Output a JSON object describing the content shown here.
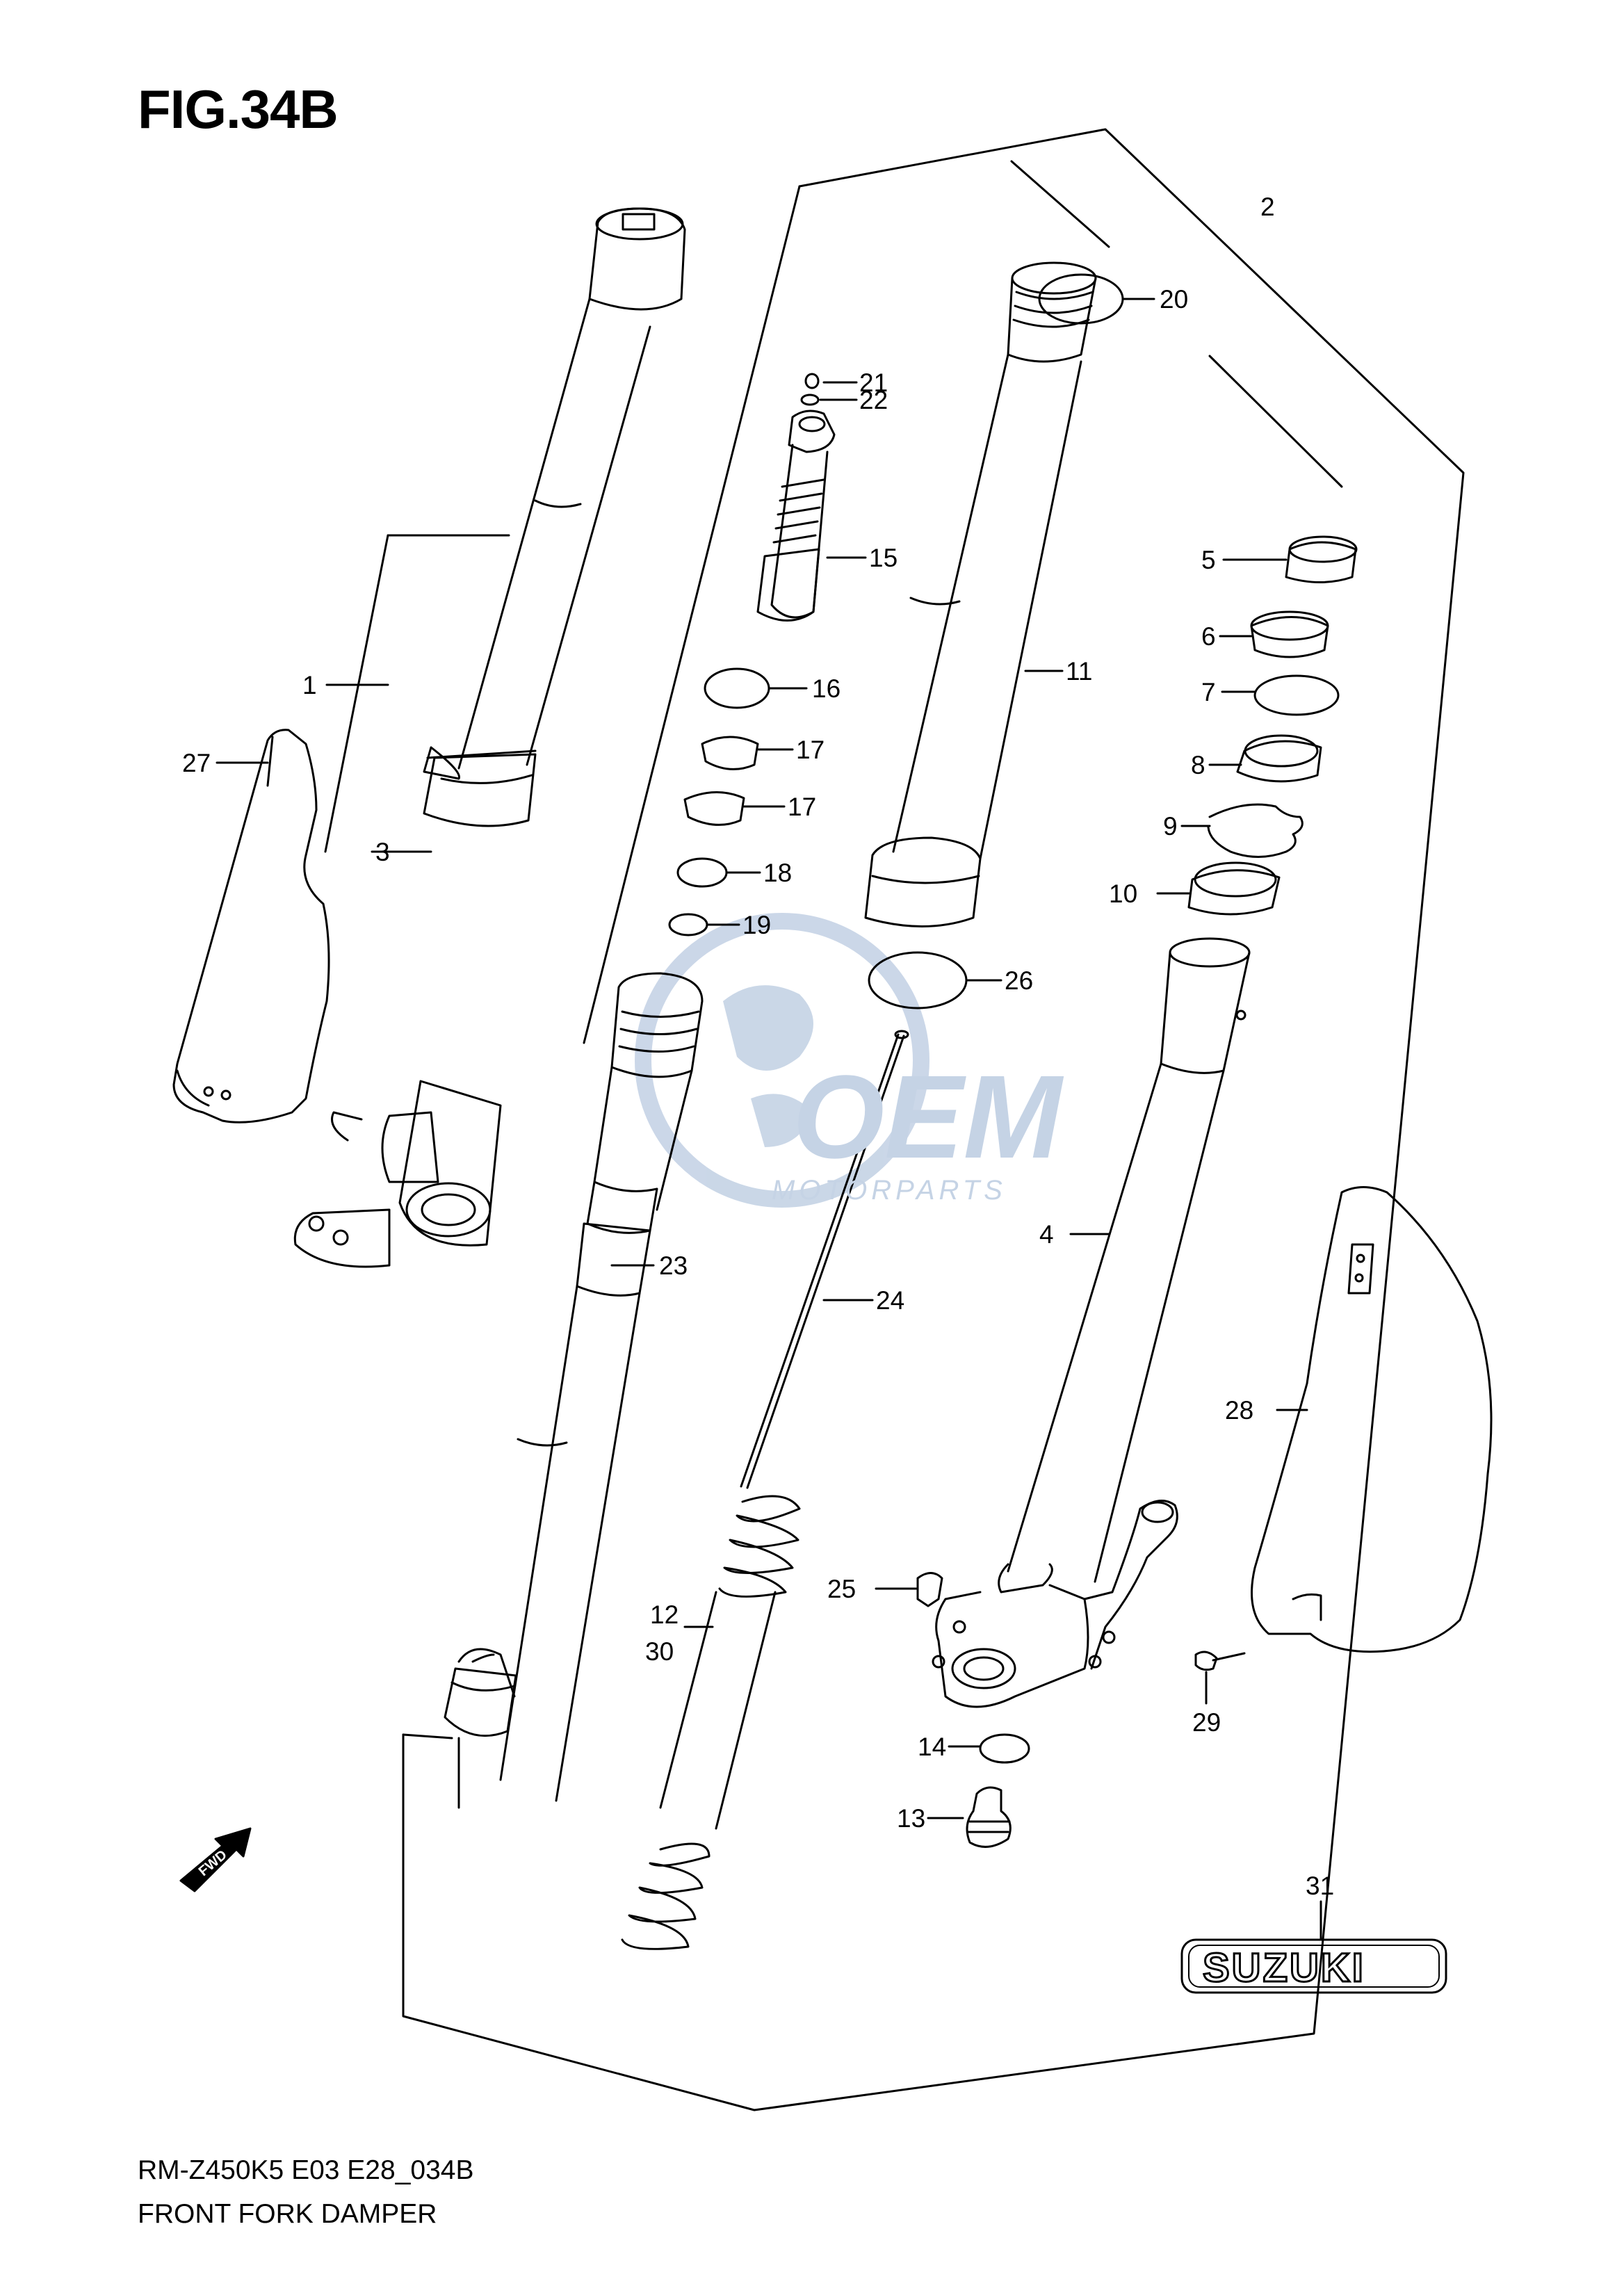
{
  "figure": {
    "title": "FIG.34B",
    "model_code": "RM-Z450K5 E03 E28_034B",
    "caption": "FRONT FORK DAMPER"
  },
  "watermark": {
    "logo": "OEM",
    "subtitle": "MOTORPARTS"
  },
  "badges": {
    "fwd": "FWD",
    "emblem": "SUZUKI"
  },
  "callouts": [
    "1",
    "2",
    "3",
    "4",
    "5",
    "6",
    "7",
    "8",
    "9",
    "10",
    "11",
    "12",
    "30",
    "13",
    "14",
    "15",
    "16",
    "17",
    "17",
    "18",
    "19",
    "20",
    "21",
    "22",
    "23",
    "24",
    "25",
    "26",
    "27",
    "28",
    "29",
    "31"
  ]
}
